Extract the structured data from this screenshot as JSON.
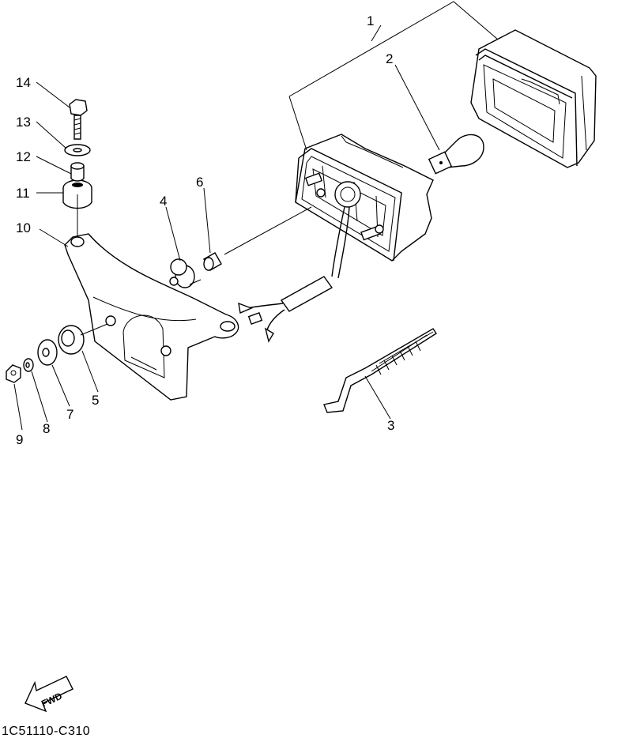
{
  "callouts": [
    {
      "id": "1",
      "label": "1"
    },
    {
      "id": "2",
      "label": "2"
    },
    {
      "id": "3",
      "label": "3"
    },
    {
      "id": "4",
      "label": "4"
    },
    {
      "id": "5",
      "label": "5"
    },
    {
      "id": "6",
      "label": "6"
    },
    {
      "id": "7",
      "label": "7"
    },
    {
      "id": "8",
      "label": "8"
    },
    {
      "id": "9",
      "label": "9"
    },
    {
      "id": "10",
      "label": "10"
    },
    {
      "id": "11",
      "label": "11"
    },
    {
      "id": "12",
      "label": "12"
    },
    {
      "id": "13",
      "label": "13"
    },
    {
      "id": "14",
      "label": "14"
    }
  ],
  "fwd_label": "FWD",
  "part_code": "1C51110-C310"
}
